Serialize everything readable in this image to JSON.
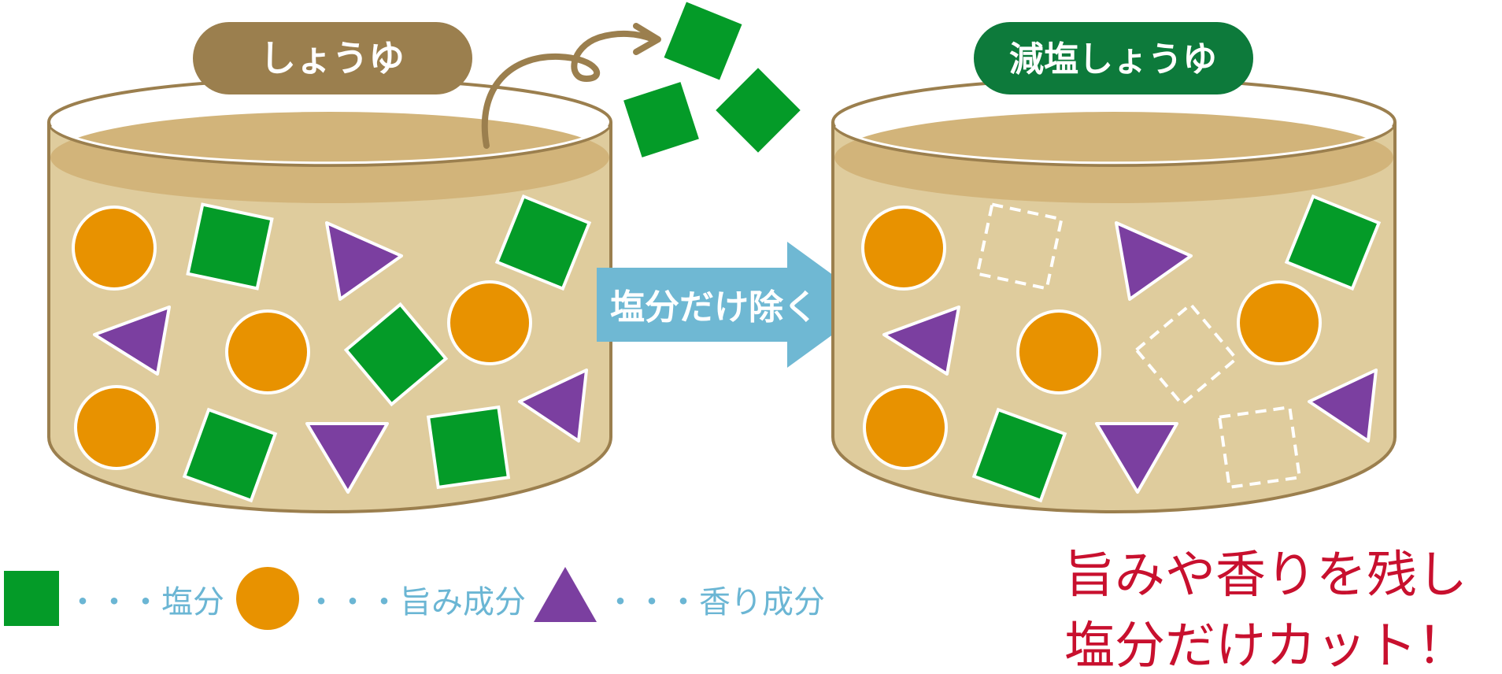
{
  "left_pot": {
    "label": "しょうゆ",
    "label_color": "#9b7f4e"
  },
  "right_pot": {
    "label": "減塩しょうゆ",
    "label_color": "#0d7a3b"
  },
  "process_arrow": {
    "label": "塩分だけ除く",
    "color": "#6fb8d3"
  },
  "legend": [
    {
      "shape": "square",
      "color": "#049b28",
      "label": "・・・塩分"
    },
    {
      "shape": "circle",
      "color": "#e89200",
      "label": "・・・旨み成分"
    },
    {
      "shape": "triangle",
      "color": "#7b3fa0",
      "label": "・・・香り成分"
    }
  ],
  "caption": {
    "line1": "旨みや香りを残し",
    "line2": "塩分だけカット！",
    "color": "#c8102e"
  },
  "colors": {
    "liquid": "#dfcc9d",
    "liquid_surface": "#d2b47a",
    "pot_outline": "#9b7f4e",
    "salt": "#049b28",
    "umami": "#e89200",
    "aroma": "#7b3fa0",
    "removed_outline": "#ffffff"
  }
}
